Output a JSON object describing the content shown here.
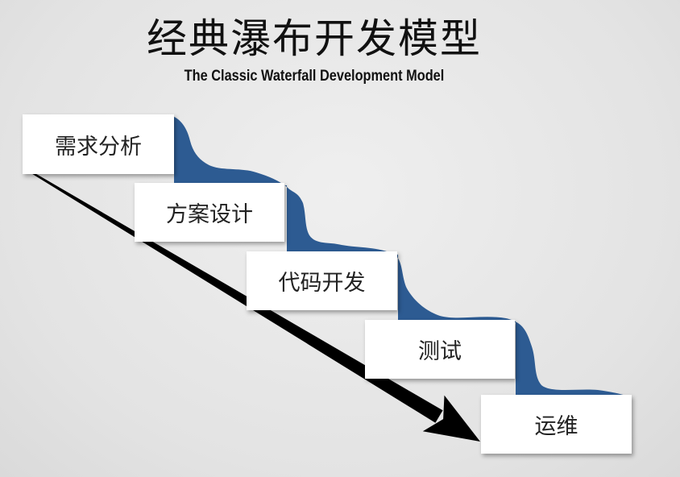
{
  "title_zh": "经典瀑布开发模型",
  "title_en": "The Classic Waterfall Development Model",
  "steps": [
    {
      "label": "需求分析"
    },
    {
      "label": "方案设计"
    },
    {
      "label": "代码开发"
    },
    {
      "label": "测试"
    },
    {
      "label": "运维"
    }
  ],
  "colors": {
    "water": "#2d5b92",
    "arrow": "#000000",
    "box": "#ffffff",
    "text": "#111111"
  }
}
